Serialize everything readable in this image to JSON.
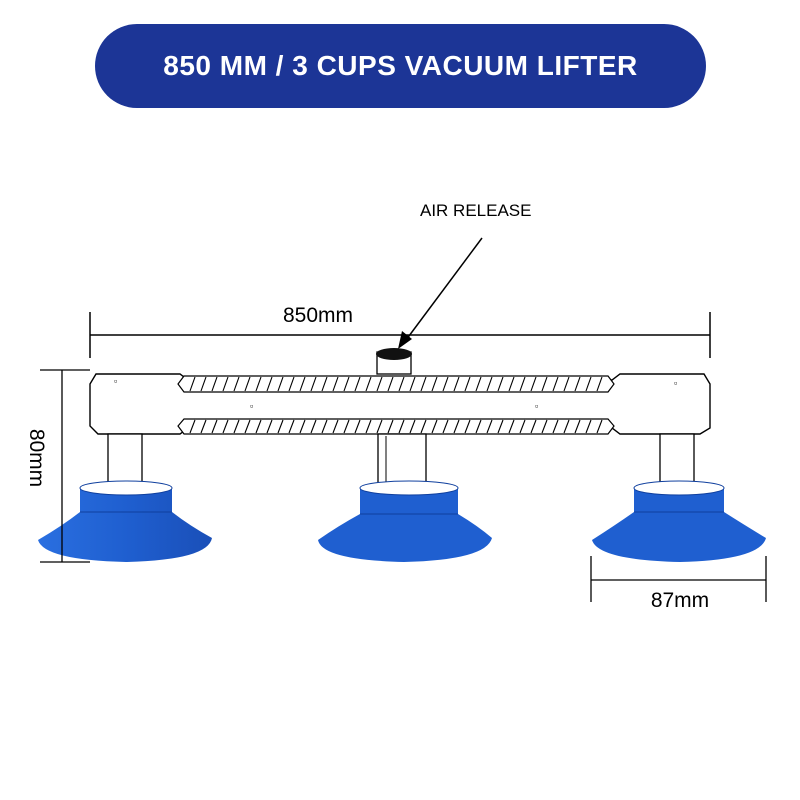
{
  "title": "850 MM / 3 CUPS VACUUM LIFTER",
  "labels": {
    "air_release": "AIR RELEASE",
    "length": "850mm",
    "height": "80mm",
    "cup_diameter": "87mm"
  },
  "colors": {
    "title_bg": "#1c3596",
    "cup_blue": "#1f5fd0",
    "cup_dark": "#0f3f9e"
  }
}
